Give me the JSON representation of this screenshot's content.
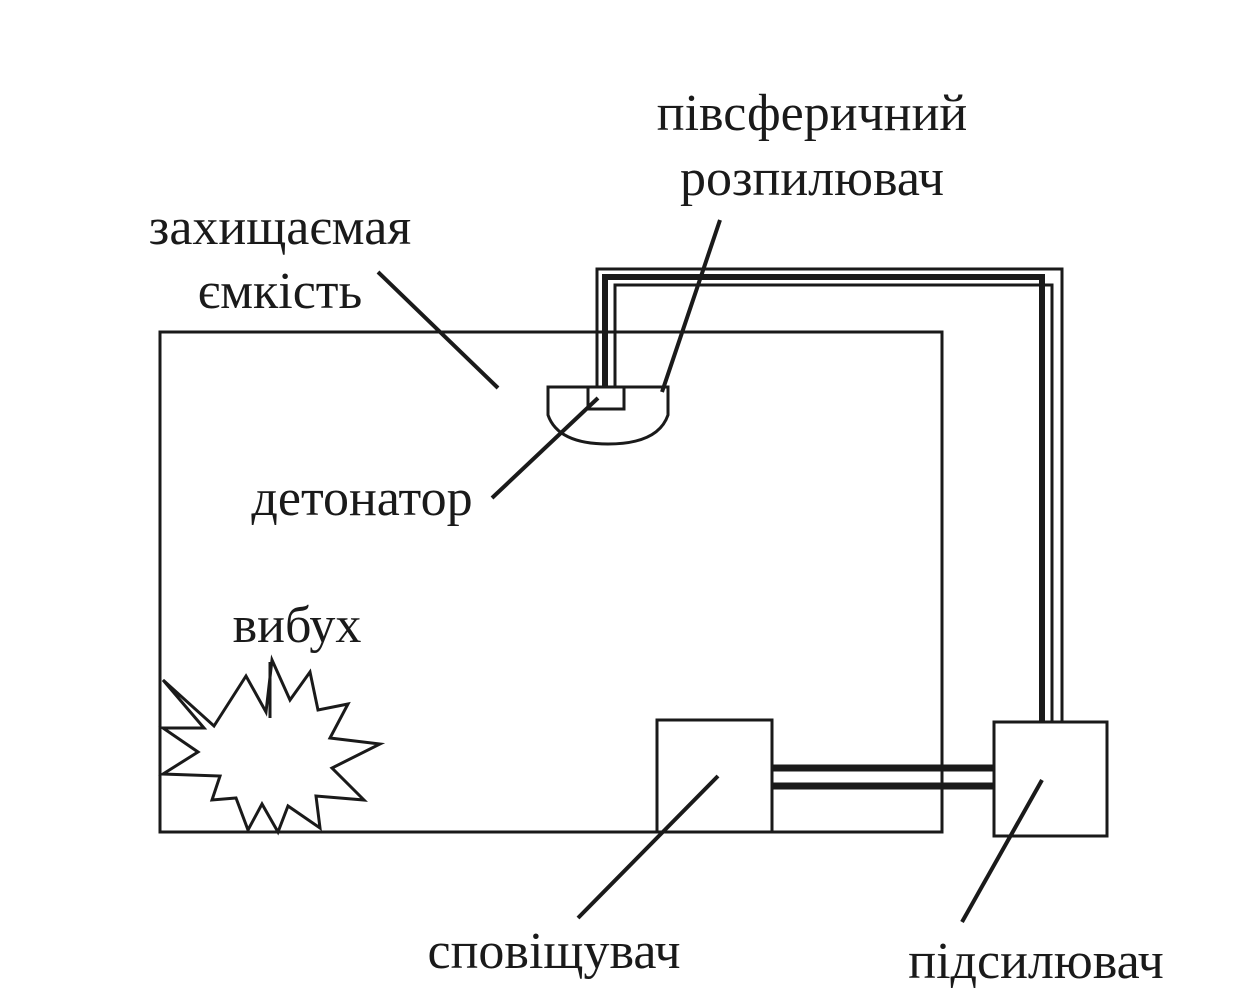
{
  "labels": {
    "hemispherical_sprayer_line1": "півсферичний",
    "hemispherical_sprayer_line2": "розпилювач",
    "protected_vessel_line1": "захищаємая",
    "protected_vessel_line2": "ємкість",
    "detonator": "детонатор",
    "explosion": "вибух",
    "alarm": "сповіщувач",
    "amplifier": "підсилювач"
  },
  "colors": {
    "line": "#1a1a1a",
    "background": "#ffffff"
  }
}
